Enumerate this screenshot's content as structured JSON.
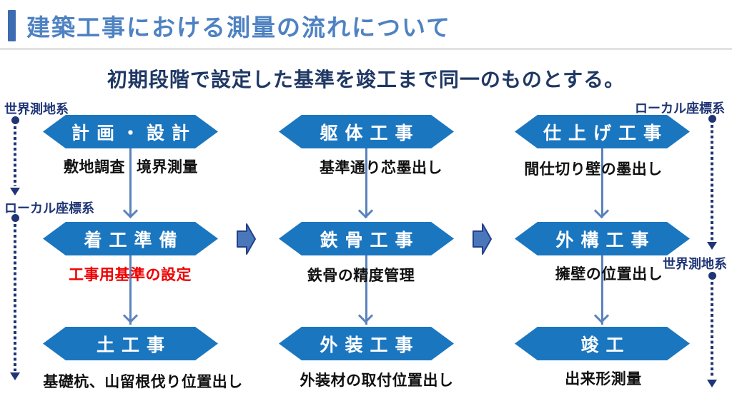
{
  "slide": {
    "title": "建築工事における測量の流れについて",
    "subtitle": "初期段階で設定した基準を竣工まで同一のものとする。"
  },
  "rails": {
    "left_top_label": "世界測地系",
    "left_mid_label": "ローカル座標系",
    "right_top_label": "ローカル座標系",
    "right_mid_label": "世界測地系"
  },
  "flow": {
    "columns": [
      {
        "steps": [
          {
            "name": "計画・設計",
            "note_parts": [
              "敷地調査",
              "境界測量"
            ]
          },
          {
            "name": "着工準備",
            "note": "工事用基準の設定",
            "note_style": "red"
          },
          {
            "name": "土工事",
            "note": "基礎杭、山留根伐り位置出し"
          }
        ]
      },
      {
        "steps": [
          {
            "name": "躯体工事",
            "note": "基準通り芯墨出し"
          },
          {
            "name": "鉄骨工事",
            "note": "鉄骨の精度管理"
          },
          {
            "name": "外装工事",
            "note": "外装材の取付位置出し"
          }
        ]
      },
      {
        "steps": [
          {
            "name": "仕上げ工事",
            "note": "間仕切り壁の墨出し"
          },
          {
            "name": "外構工事",
            "note": "擁壁の位置出し"
          },
          {
            "name": "竣工",
            "note": "出来形測量"
          }
        ]
      }
    ]
  },
  "colors": {
    "accent_bar": "#3d6cb3",
    "title_text": "#4e82c2",
    "header_rule": "#e2e2e2",
    "subtitle_text": "#1f3864",
    "hexagon": "#1b76c0",
    "hexagon_text": "#ffffff",
    "note_text": "#111111",
    "note_highlight": "#ee0000",
    "rail": "#1f3575",
    "connector": "#5b83bd",
    "chevron_fill": "#4a76ba",
    "chevron_border": "#24408c"
  }
}
